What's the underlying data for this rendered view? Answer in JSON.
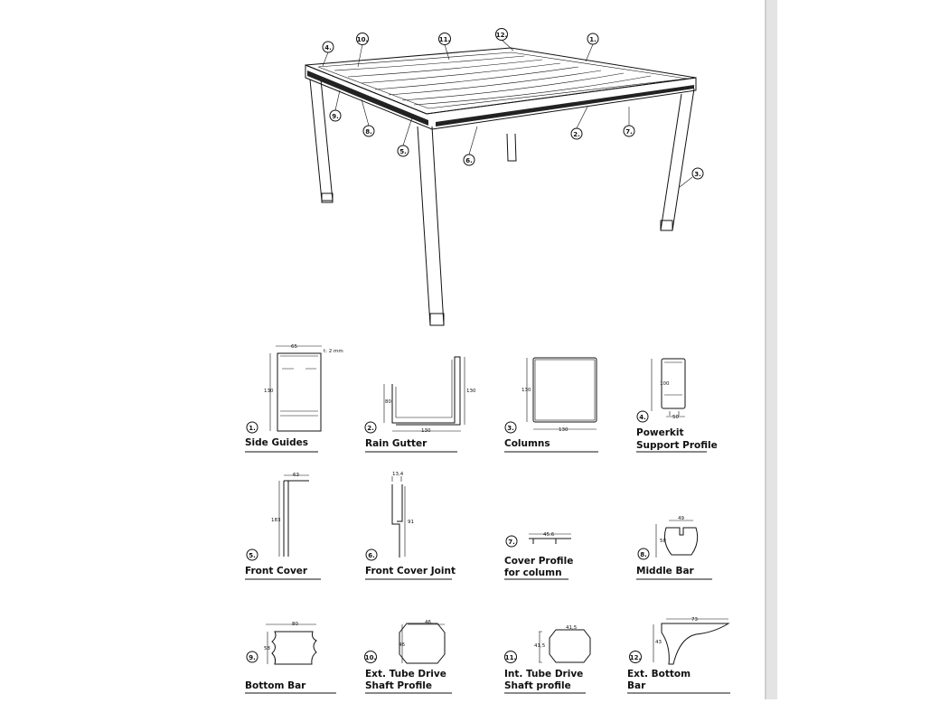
{
  "callouts": {
    "c1": "1.",
    "c2": "2.",
    "c3": "3.",
    "c4": "4.",
    "c5": "5.",
    "c6": "6.",
    "c7": "7.",
    "c8": "8.",
    "c9": "9.",
    "c10": "10.",
    "c11": "11.",
    "c12": "12."
  },
  "parts": {
    "p1": {
      "num": "1.",
      "name": "Side Guides",
      "dims": {
        "w": "65",
        "h": "130",
        "t": "t: 2 mm"
      }
    },
    "p2": {
      "num": "2.",
      "name": "Rain Gutter",
      "dims": {
        "w": "130",
        "h1": "80",
        "h2": "130"
      }
    },
    "p3": {
      "num": "3.",
      "name": "Columns",
      "dims": {
        "w": "130",
        "h": "130"
      }
    },
    "p4": {
      "num": "4.",
      "name_line1": "Powerkit",
      "name_line2": "Support Profile",
      "dims": {
        "w": "50",
        "h": "100"
      }
    },
    "p5": {
      "num": "5.",
      "name": "Front Cover",
      "dims": {
        "w": "63",
        "h": "183"
      }
    },
    "p6": {
      "num": "6.",
      "name": "Front Cover Joint",
      "dims": {
        "w": "13,4",
        "h": "91"
      }
    },
    "p7": {
      "num": "7.",
      "name_line1": "Cover Profile",
      "name_line2": "for column",
      "dims": {
        "w": "45.6"
      }
    },
    "p8": {
      "num": "8.",
      "name": "Middle Bar",
      "dims": {
        "w": "49",
        "h": "58"
      }
    },
    "p9": {
      "num": "9.",
      "name": "Bottom Bar",
      "dims": {
        "w": "80",
        "h": "58"
      }
    },
    "p10": {
      "num": "10.",
      "name_line1": "Ext. Tube Drive",
      "name_line2": "Shaft Profile",
      "dims": {
        "w": "46",
        "h": "46"
      }
    },
    "p11": {
      "num": "11.",
      "name_line1": "Int. Tube Drive",
      "name_line2": "Shaft profile",
      "dims": {
        "w": "41,5",
        "h": "41,5"
      }
    },
    "p12": {
      "num": "12.",
      "name_line1": "Ext. Bottom",
      "name_line2": "Bar",
      "dims": {
        "w": "73",
        "h": "43"
      }
    }
  }
}
